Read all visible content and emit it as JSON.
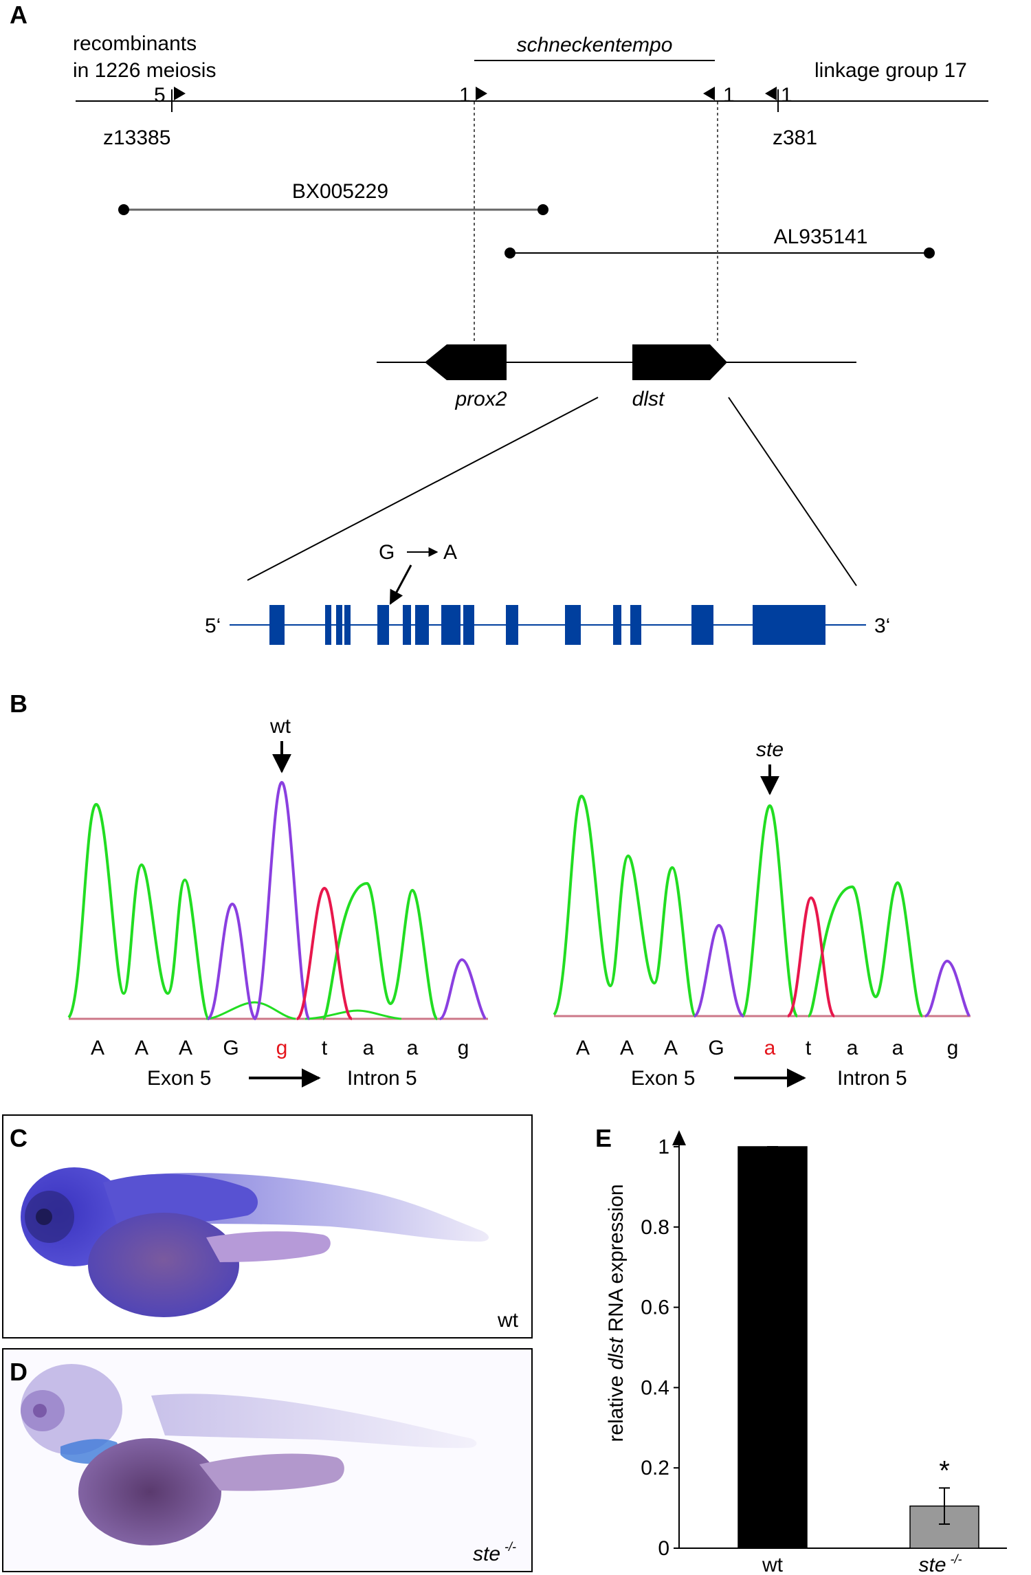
{
  "panelA": {
    "letter": "A",
    "recomb_line1": "recombinants",
    "recomb_line2": "in 1226 meiosis",
    "locus": "schneckentempo",
    "linkage": "linkage group 17",
    "count_left": "5",
    "count_mid_left": "1",
    "count_mid_right": "1",
    "count_right": "1",
    "marker_left": "z13385",
    "marker_right": "z381",
    "clone1": "BX005229",
    "clone2": "AL935141",
    "gene1": "prox2",
    "gene2": "dlst",
    "mutation_from": "G",
    "mutation_to": "A",
    "five_prime": "5‘",
    "three_prime": "3‘"
  },
  "panelB": {
    "letter": "B",
    "wt_label": "wt",
    "ste_label": "ste",
    "wt_seq": [
      "A",
      "A",
      "A",
      "G",
      "g",
      "t",
      "a",
      "a",
      "g"
    ],
    "ste_seq": [
      "A",
      "A",
      "A",
      "G",
      "a",
      "t",
      "a",
      "a",
      "g"
    ],
    "exon_label": "Exon 5",
    "exon_label_right": "Exon  5",
    "intron_label": "Intron 5"
  },
  "panelC": {
    "letter": "C",
    "label": "wt"
  },
  "panelD": {
    "letter": "D",
    "label": "ste",
    "label_sup": "-/-"
  },
  "panelE": {
    "letter": "E",
    "ylabel_pre": "relative ",
    "ylabel_gene": "dlst",
    "ylabel_post": " RNA expression",
    "sig_marker": "*"
  },
  "chart_data": {
    "type": "bar",
    "categories": [
      "wt",
      "ste -/-"
    ],
    "values": [
      1.0,
      0.105
    ],
    "errors": [
      0.0,
      0.045
    ],
    "ylim": [
      0,
      1
    ],
    "yticks": [
      "0",
      "0.2",
      "0.4",
      "0.6",
      "0.8",
      "1"
    ],
    "colors": [
      "#000000",
      "#999999"
    ]
  },
  "colors": {
    "green": "#22dd22",
    "purple": "#8a3fe0",
    "red": "#e8174c",
    "dna_blue": "#003f9e",
    "embryo_blue": "#4b45c8"
  }
}
